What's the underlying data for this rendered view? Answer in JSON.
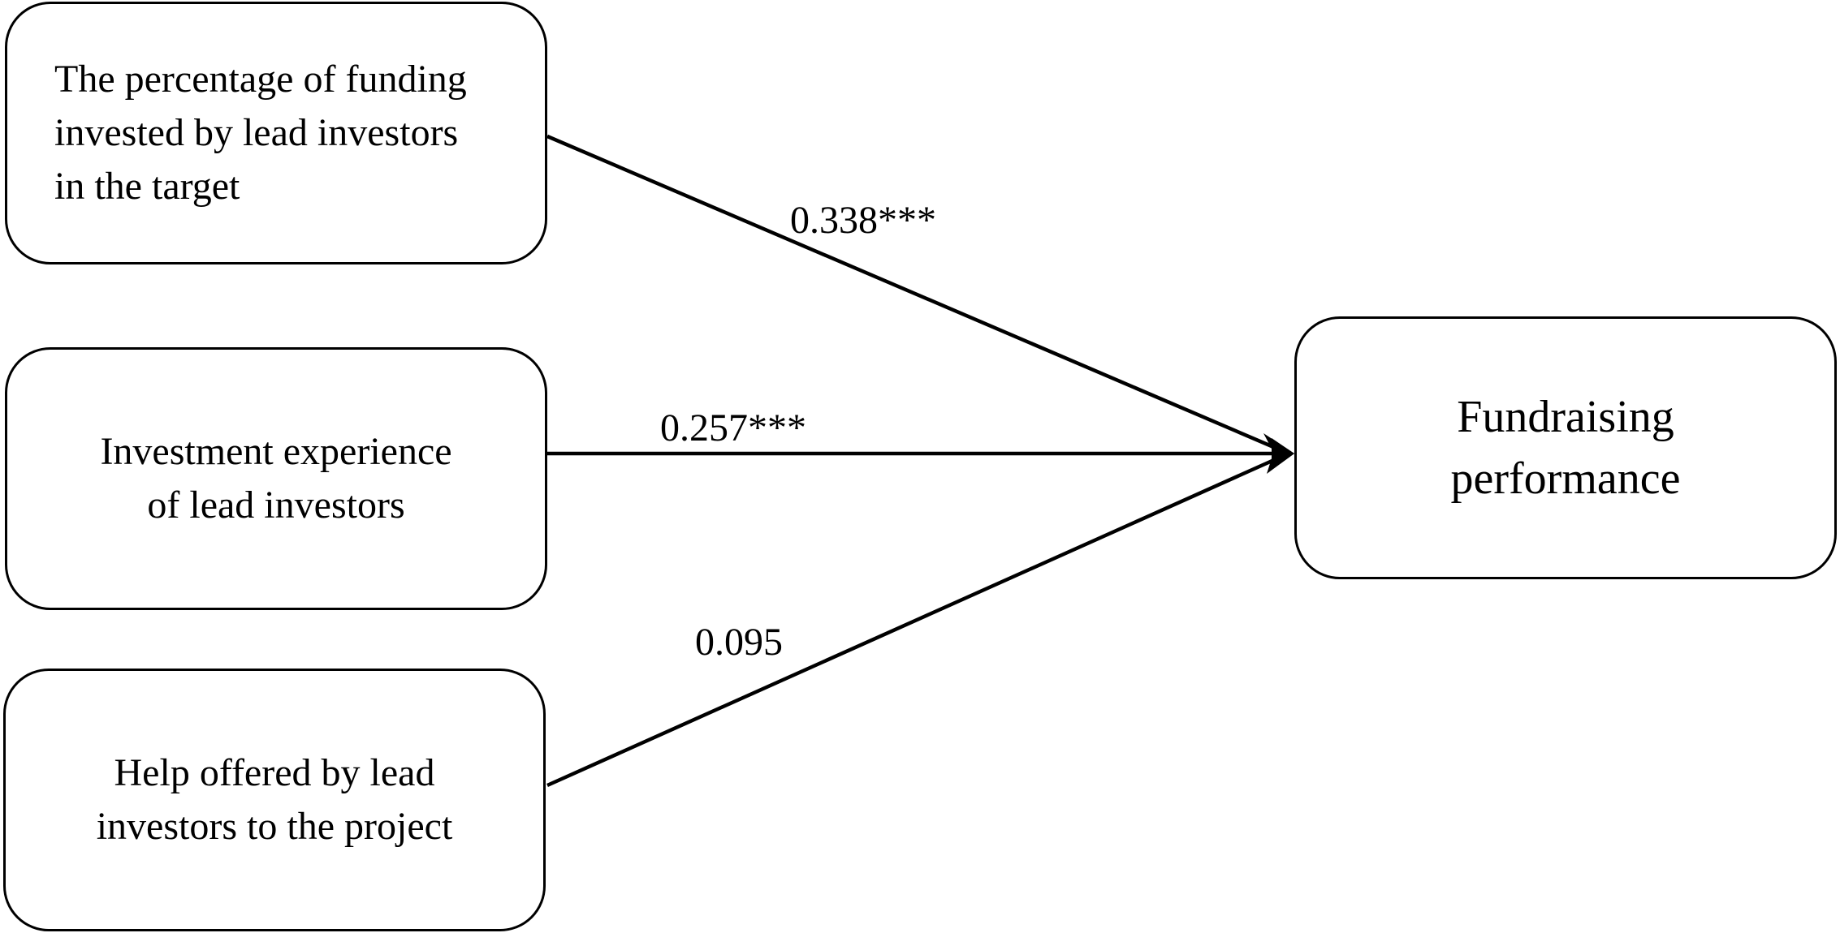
{
  "nodes": {
    "pct_funding": {
      "lines": [
        "The percentage of funding",
        "invested by lead investors",
        "in the target"
      ]
    },
    "experience": {
      "lines": [
        "Investment experience",
        "of lead investors"
      ]
    },
    "help": {
      "lines": [
        "Help offered by lead",
        "investors to the project"
      ]
    },
    "outcome": {
      "lines": [
        "Fundraising",
        "performance"
      ]
    }
  },
  "edges": {
    "pct_funding": {
      "coefficient": "0.338***"
    },
    "experience": {
      "coefficient": "0.257***"
    },
    "help": {
      "coefficient": "0.095"
    }
  },
  "colors": {
    "stroke": "#000000",
    "background": "#ffffff"
  }
}
